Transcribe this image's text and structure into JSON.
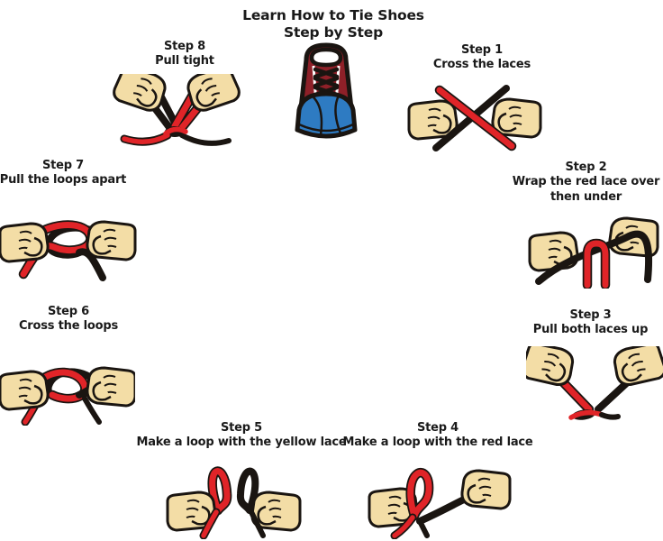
{
  "title": {
    "line1": "Learn How to Tie Shoes",
    "line2": "Step by Step"
  },
  "steps": [
    {
      "label": "Step 1",
      "caption": "Cross the laces"
    },
    {
      "label": "Step 2",
      "caption": "Wrap the red lace over then under"
    },
    {
      "label": "Step 3",
      "caption": "Pull both laces up"
    },
    {
      "label": "Step 4",
      "caption": "Make a loop with the red lace"
    },
    {
      "label": "Step 5",
      "caption": "Make a loop with the yellow lace"
    },
    {
      "label": "Step 6",
      "caption": "Cross the loops"
    },
    {
      "label": "Step 7",
      "caption": "Pull the loops apart"
    },
    {
      "label": "Step 8",
      "caption": "Pull tight"
    }
  ],
  "colors": {
    "red_lace": "#e02428",
    "black_lace": "#1a1511",
    "hand_fill": "#f3dda6",
    "shoe_upper": "#8e2028",
    "shoe_toe": "#2e7bc2",
    "shoe_toe_dark": "#1f62a6",
    "text": "#1a1a1a",
    "background": "#ffffff"
  }
}
